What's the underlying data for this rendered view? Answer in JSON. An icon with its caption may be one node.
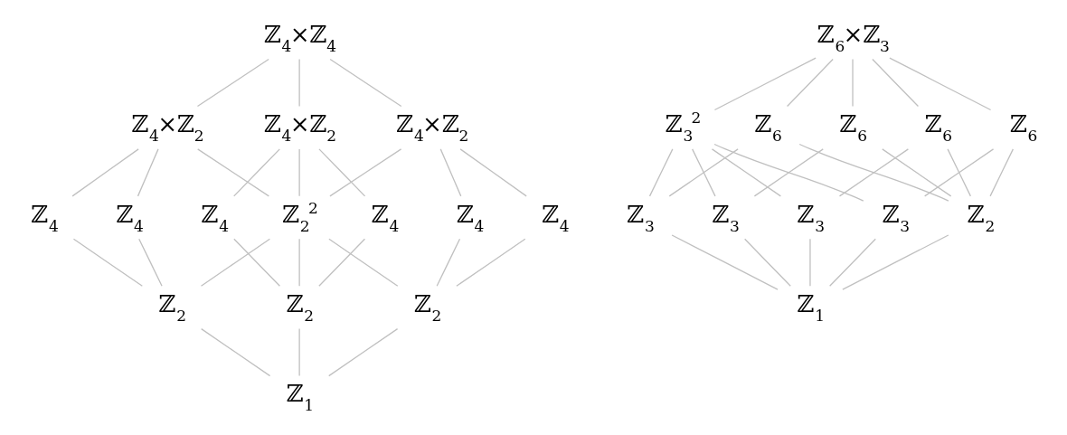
{
  "diagram": {
    "nodes": [
      {
        "text": [
          "ℤ$_{4}$×ℤ$_{4}$"
        ]
      },
      {
        "text": [
          "ℤ$_{4}$×ℤ$_{2}$"
        ]
      },
      {
        "text": [
          "ℤ$_{4}$×ℤ$_{2}$"
        ]
      },
      {
        "text": [
          "ℤ$_{4}$×ℤ$_{2}$"
        ]
      },
      {
        "text": [
          "ℤ$_{4}$"
        ]
      },
      {
        "text": [
          "ℤ$_{4}$"
        ]
      },
      {
        "text": [
          "ℤ$_{4}$"
        ]
      },
      {
        "text": [
          "ℤ$_{2}$$^{2}$"
        ]
      },
      {
        "text": [
          "ℤ$_{4}$"
        ]
      },
      {
        "text": [
          "ℤ$_{4}$"
        ]
      },
      {
        "text": [
          "ℤ$_{4}$"
        ]
      },
      {
        "text": [
          "ℤ$_{2}$"
        ]
      },
      {
        "text": [
          "ℤ$_{2}$"
        ]
      },
      {
        "text": [
          "ℤ$_{2}$"
        ]
      },
      {
        "text": [
          "ℤ$_{1}$"
        ]
      },
      {
        "text": [
          "ℤ$_{6}$×ℤ$_{3}$"
        ]
      },
      {
        "text": [
          "ℤ$_{3}$$^{2}$"
        ]
      },
      {
        "text": [
          "ℤ$_{6}$"
        ]
      },
      {
        "text": [
          "ℤ$_{6}$"
        ]
      },
      {
        "text": [
          "ℤ$_{6}$"
        ]
      },
      {
        "text": [
          "ℤ$_{6}$"
        ]
      },
      {
        "text": [
          "ℤ$_{3}$"
        ]
      },
      {
        "text": [
          "ℤ$_{3}$"
        ]
      },
      {
        "text": [
          "ℤ$_{3}$"
        ]
      },
      {
        "text": [
          "ℤ$_{3}$"
        ]
      },
      {
        "text": [
          "ℤ$_{2}$"
        ]
      },
      {
        "text": [
          "ℤ$_{1}$"
        ]
      }
    ],
    "edges": [
      {
        "from": 0,
        "to": 1,
        "arrow": "none"
      },
      {
        "from": 0,
        "to": 2,
        "arrow": "none"
      },
      {
        "from": 0,
        "to": 3,
        "arrow": "none"
      },
      {
        "from": 1,
        "to": 4,
        "arrow": "none"
      },
      {
        "from": 1,
        "to": 5,
        "arrow": "none"
      },
      {
        "from": 1,
        "to": 7,
        "arrow": "none"
      },
      {
        "from": 2,
        "to": 6,
        "arrow": "none"
      },
      {
        "from": 2,
        "to": 7,
        "arrow": "none"
      },
      {
        "from": 2,
        "to": 8,
        "arrow": "none"
      },
      {
        "from": 3,
        "to": 7,
        "arrow": "none"
      },
      {
        "from": 3,
        "to": 9,
        "arrow": "none"
      },
      {
        "from": 3,
        "to": 10,
        "arrow": "none"
      },
      {
        "from": 4,
        "to": 11,
        "arrow": "none"
      },
      {
        "from": 5,
        "to": 11,
        "arrow": "none"
      },
      {
        "from": 6,
        "to": 12,
        "arrow": "none"
      },
      {
        "from": 7,
        "to": 11,
        "arrow": "none"
      },
      {
        "from": 7,
        "to": 12,
        "arrow": "none"
      },
      {
        "from": 7,
        "to": 13,
        "arrow": "none"
      },
      {
        "from": 8,
        "to": 12,
        "arrow": "none"
      },
      {
        "from": 9,
        "to": 13,
        "arrow": "none"
      },
      {
        "from": 10,
        "to": 13,
        "arrow": "none"
      },
      {
        "from": 11,
        "to": 14,
        "arrow": "none"
      },
      {
        "from": 12,
        "to": 14,
        "arrow": "none"
      },
      {
        "from": 13,
        "to": 14,
        "arrow": "none"
      },
      {
        "from": 15,
        "to": 16,
        "arrow": "none"
      },
      {
        "from": 15,
        "to": 17,
        "arrow": "none"
      },
      {
        "from": 15,
        "to": 18,
        "arrow": "none"
      },
      {
        "from": 15,
        "to": 19,
        "arrow": "none"
      },
      {
        "from": 15,
        "to": 20,
        "arrow": "none"
      },
      {
        "from": 16,
        "to": 21,
        "arrow": "none"
      },
      {
        "from": 16,
        "to": 22,
        "arrow": "none"
      },
      {
        "from": 16,
        "to": 23,
        "arrow": "none"
      },
      {
        "from": 16,
        "to": 24,
        "arrow": "none"
      },
      {
        "from": 17,
        "to": 21,
        "arrow": "none"
      },
      {
        "from": 18,
        "to": 22,
        "arrow": "none"
      },
      {
        "from": 19,
        "to": 23,
        "arrow": "none"
      },
      {
        "from": 20,
        "to": 24,
        "arrow": "none"
      },
      {
        "from": 17,
        "to": 25,
        "arrow": "none"
      },
      {
        "from": 18,
        "to": 25,
        "arrow": "none"
      },
      {
        "from": 19,
        "to": 25,
        "arrow": "none"
      },
      {
        "from": 20,
        "to": 25,
        "arrow": "none"
      },
      {
        "from": 21,
        "to": 26,
        "arrow": "none"
      },
      {
        "from": 22,
        "to": 26,
        "arrow": "none"
      },
      {
        "from": 23,
        "to": 26,
        "arrow": "none"
      },
      {
        "from": 24,
        "to": 26,
        "arrow": "none"
      },
      {
        "from": 25,
        "to": 26,
        "arrow": "none"
      }
    ]
  }
}
